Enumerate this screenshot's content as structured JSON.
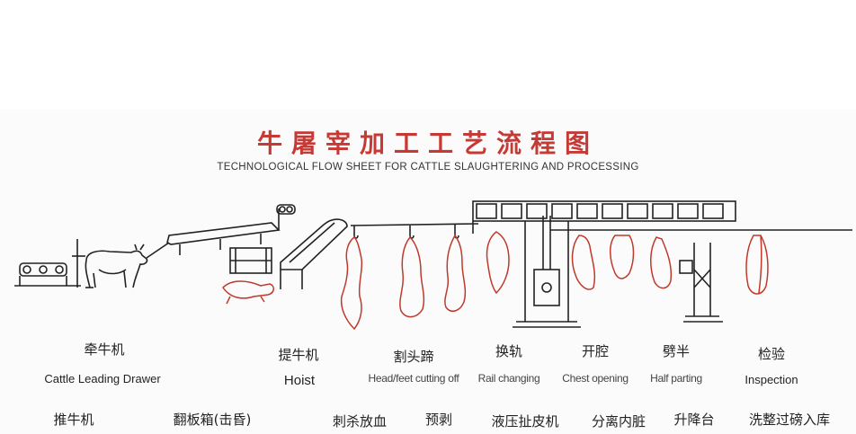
{
  "title": "牛屠宰加工工艺流程图",
  "subtitle": "TECHNOLOGICAL FLOW SHEET FOR CATTLE SLAUGHTERING AND PROCESSING",
  "stations": {
    "leading": {
      "cn": "牵牛机",
      "en": "Cattle Leading Drawer"
    },
    "hoist": {
      "cn": "提牛机",
      "en": "Hoist"
    },
    "head_feet": {
      "cn": "割头蹄",
      "en": "Head/feet cutting off"
    },
    "rail": {
      "cn": "换轨",
      "en": "Rail changing"
    },
    "chest": {
      "cn": "开腔",
      "en": "Chest opening"
    },
    "half": {
      "cn": "劈半",
      "en": "Half parting"
    },
    "inspection": {
      "cn": "检验",
      "en": "Inspection"
    }
  },
  "bottom_row": {
    "pusher": "推牛机",
    "stunning_box": "翻板箱(击昏)",
    "sticking": "刺杀放血",
    "pre_skinning": "预剥",
    "hide_puller": "液压扯皮机",
    "evisceration": "分离内脏",
    "lift": "升降台",
    "wash_weigh": "洗整过磅入库"
  },
  "colors": {
    "title": "#c63a36",
    "carcass": "#c0392b",
    "machine": "#222222"
  }
}
